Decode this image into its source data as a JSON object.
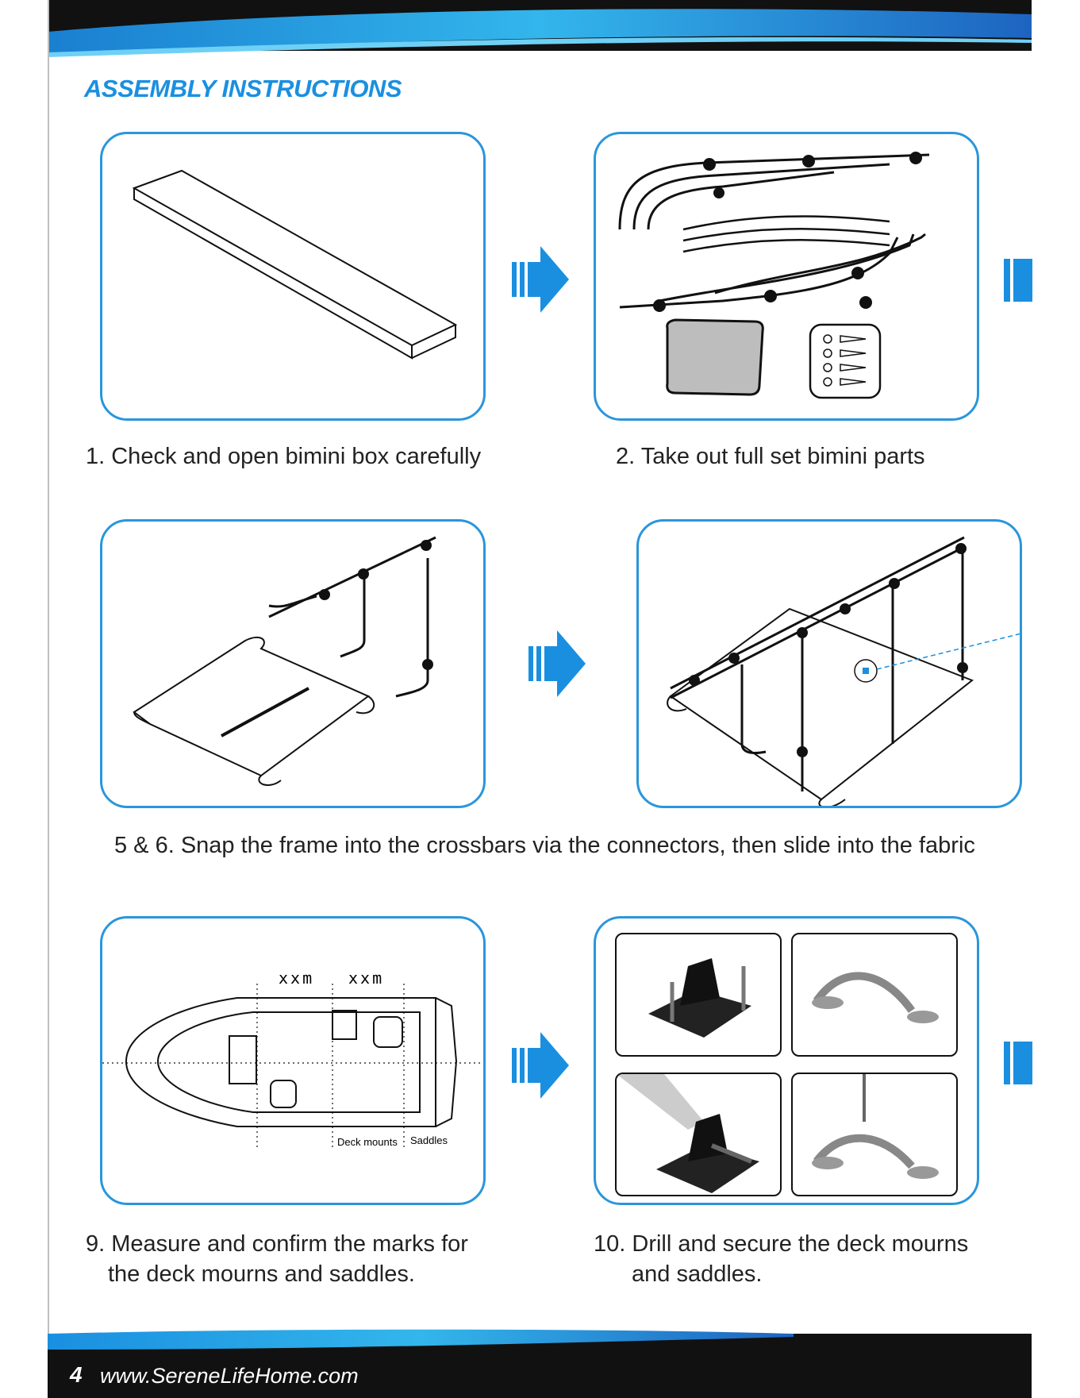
{
  "header": {
    "title": "ASSEMBLY INSTRUCTIONS"
  },
  "steps": [
    {
      "caption": "1. Check and open bimini box carefully"
    },
    {
      "caption": "2. Take out full set bimini parts"
    },
    {
      "caption": "5 & 6. Snap the frame into the crossbars via the connectors, then slide into the fabric"
    },
    {
      "caption_line1": "9. Measure and confirm the marks for",
      "caption_line2": "the deck mourns and saddles."
    },
    {
      "caption_line1": "10. Drill and secure the deck mourns",
      "caption_line2": "and saddles."
    }
  ],
  "diagram_labels": {
    "measure_left": "xxm",
    "measure_right": "xxm",
    "deck_mounts": "Deck mounts",
    "saddles": "Saddles"
  },
  "footer": {
    "page_number": "4",
    "url": "www.SereneLifeHome.com"
  },
  "colors": {
    "accent": "#2a96db",
    "title": "#1a90e0",
    "arrow": "#1a8fe0"
  },
  "icons": [
    "right-arrow-icon"
  ]
}
